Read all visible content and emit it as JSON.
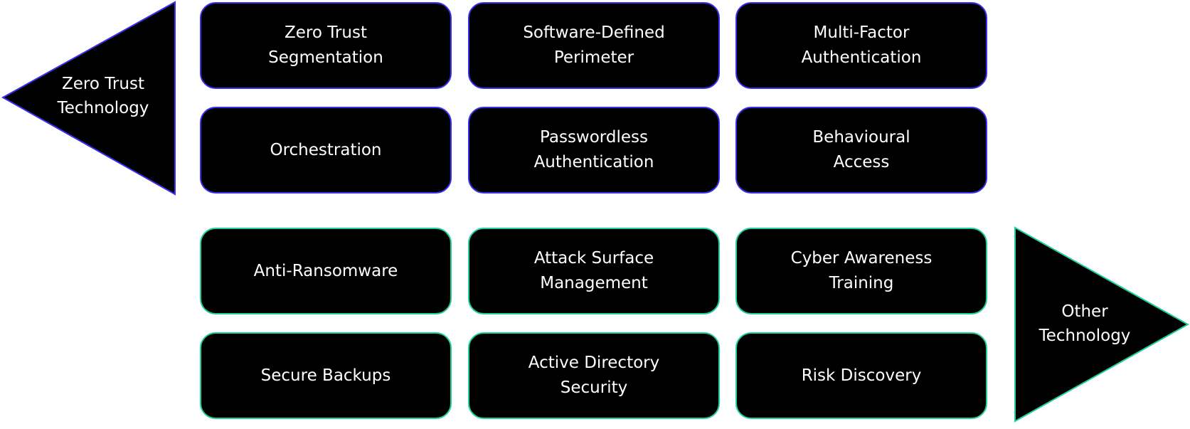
{
  "colors": {
    "zero_trust": "#3b2ff0",
    "other": "#1fcf9f"
  },
  "zero_trust": {
    "label": "Zero Trust\nTechnology",
    "items": [
      "Zero Trust\nSegmentation",
      "Software-Defined\nPerimeter",
      "Multi-Factor\nAuthentication",
      "Orchestration",
      "Passwordless\nAuthentication",
      "Behavioural\nAccess"
    ]
  },
  "other": {
    "label": "Other\nTechnology",
    "items": [
      "Anti-Ransomware",
      "Attack Surface\nManagement",
      "Cyber Awareness\nTraining",
      "Secure Backups",
      "Active Directory\nSecurity",
      "Risk Discovery"
    ]
  }
}
